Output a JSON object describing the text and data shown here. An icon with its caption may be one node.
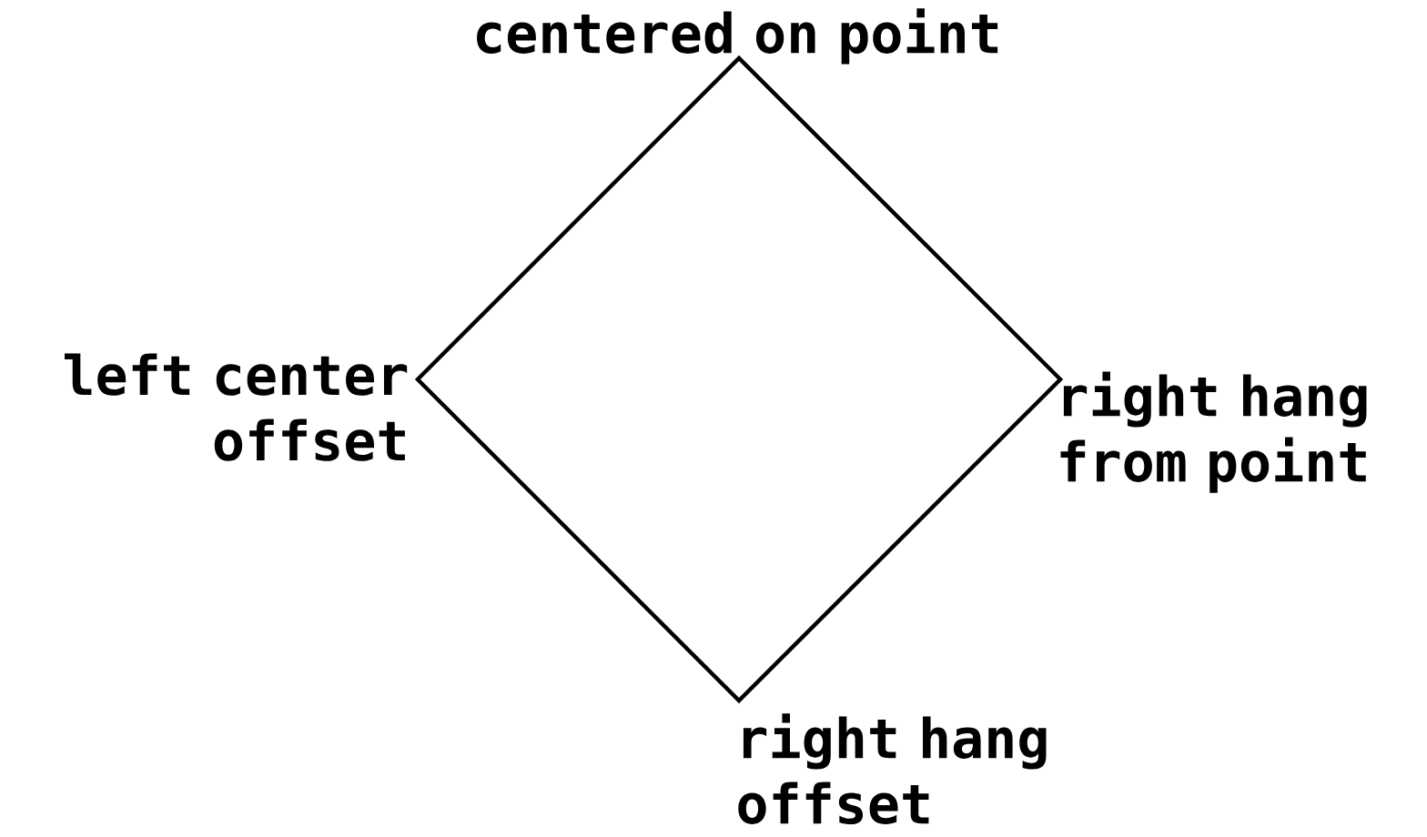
{
  "diagram": {
    "nodes": [
      {
        "text": [],
        "shape": "diamond"
      }
    ],
    "labels": [
      "centered on point",
      "left center offset",
      "right hang from point",
      "right hang offset"
    ]
  }
}
